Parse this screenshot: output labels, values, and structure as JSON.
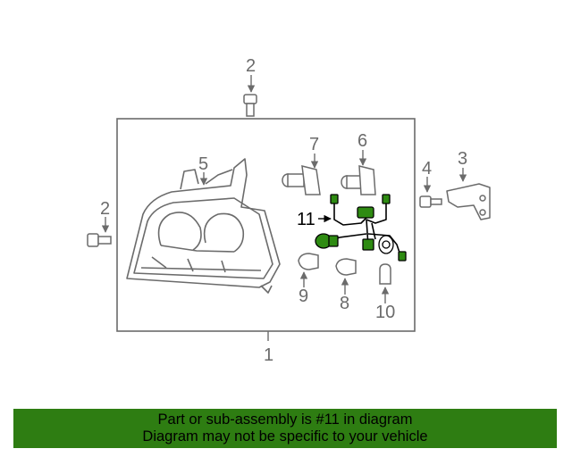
{
  "diagram": {
    "callouts": {
      "c1": "1",
      "c2_top": "2",
      "c2_left": "2",
      "c3": "3",
      "c4": "4",
      "c5": "5",
      "c6": "6",
      "c7": "7",
      "c8": "8",
      "c9": "9",
      "c10": "10",
      "c11": "11"
    },
    "colors": {
      "line": "#6b6b6b",
      "harness": "#000000",
      "highlight": "#2e8b12",
      "banner": "#2e7d12"
    }
  },
  "banner": {
    "line1": "Part or sub-assembly is #11 in diagram",
    "line2": "Diagram may not be specific to your vehicle"
  }
}
